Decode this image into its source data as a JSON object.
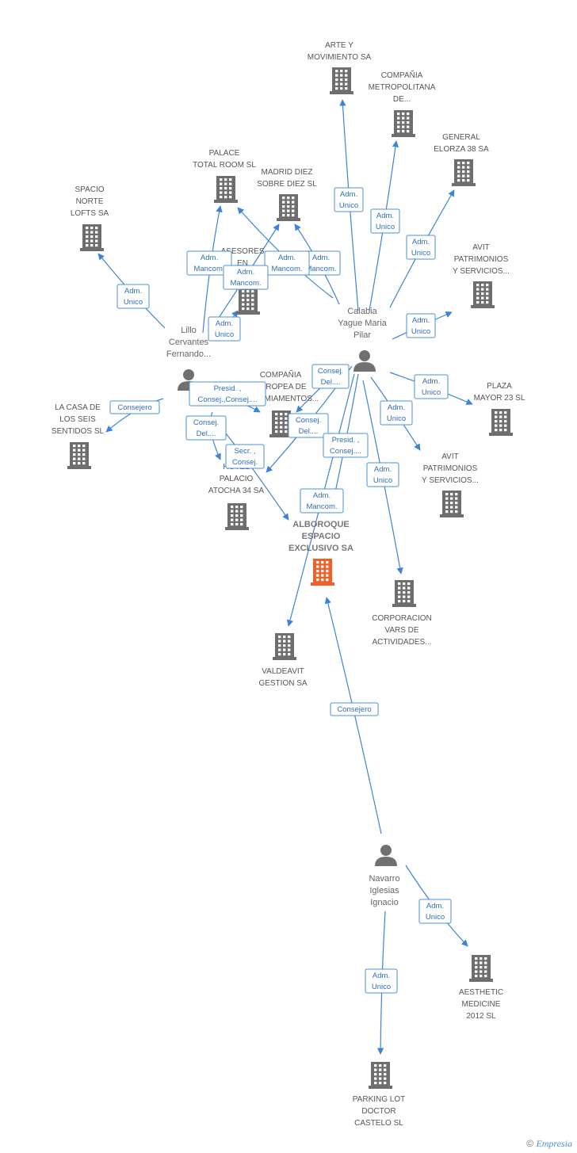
{
  "colors": {
    "edge": "#3d83d6",
    "building": "#6e6e6e",
    "building_main": "#f0612a",
    "person": "#707070",
    "label_text": "#555555",
    "edge_label": "#2f6db8"
  },
  "nodes": [
    {
      "id": "arte",
      "type": "company",
      "lines": [
        "ARTE Y",
        "MOVIMIENTO SA"
      ],
      "icon": "building-icon"
    },
    {
      "id": "metro",
      "type": "company",
      "lines": [
        "COMPAÑIA",
        "METROPOLITANA",
        "DE..."
      ],
      "icon": "building-icon"
    },
    {
      "id": "elorza",
      "type": "company",
      "lines": [
        "GENERAL",
        "ELORZA 38 SA"
      ],
      "icon": "building-icon"
    },
    {
      "id": "palace",
      "type": "company",
      "lines": [
        "PALACE",
        "TOTAL ROOM SL"
      ],
      "icon": "building-icon"
    },
    {
      "id": "madrid",
      "type": "company",
      "lines": [
        "MADRID DIEZ",
        "SOBRE DIEZ SL"
      ],
      "icon": "building-icon"
    },
    {
      "id": "spacio",
      "type": "company",
      "lines": [
        "SPACIO",
        "NORTE",
        "LOFTS SA"
      ],
      "icon": "building-icon"
    },
    {
      "id": "avit1",
      "type": "company",
      "lines": [
        "AVIT",
        "PATRIMONIOS",
        "Y SERVICIOS..."
      ],
      "icon": "building-icon"
    },
    {
      "id": "asesores",
      "type": "company",
      "lines": [
        "ASESORES",
        "EN",
        "..."
      ],
      "icon": "building-icon"
    },
    {
      "id": "calabia",
      "type": "person",
      "lines": [
        "Calabia",
        "Yague Maria",
        "Pilar"
      ],
      "icon": "person-icon"
    },
    {
      "id": "lillo",
      "type": "person",
      "lines": [
        "Lillo",
        "Cervantes",
        "Fernando..."
      ],
      "icon": "person-icon"
    },
    {
      "id": "casa",
      "type": "company",
      "lines": [
        "LA CASA DE",
        "LOS SEIS",
        "SENTIDOS SL"
      ],
      "icon": "building-icon"
    },
    {
      "id": "europea",
      "type": "company",
      "lines": [
        "COMPAÑIA",
        "EUROPEA DE",
        "ANDAMIAMENTOS..."
      ],
      "icon": "building-icon"
    },
    {
      "id": "plaza",
      "type": "company",
      "lines": [
        "PLAZA",
        "MAYOR 23 SL"
      ],
      "icon": "building-icon"
    },
    {
      "id": "avit2",
      "type": "company",
      "lines": [
        "AVIT",
        "PATRIMONIOS",
        "Y SERVICIOS..."
      ],
      "icon": "building-icon"
    },
    {
      "id": "atocha",
      "type": "company",
      "lines": [
        "HOTEL",
        "PALACIO",
        "ATOCHA 34 SA"
      ],
      "icon": "building-icon"
    },
    {
      "id": "alboroque",
      "type": "main",
      "lines": [
        "ALBOROQUE",
        "ESPACIO",
        "EXCLUSIVO SA"
      ],
      "icon": "building-icon"
    },
    {
      "id": "corporacion",
      "type": "company",
      "lines": [
        "CORPORACION",
        "VARS DE",
        "ACTIVIDADES..."
      ],
      "icon": "building-icon"
    },
    {
      "id": "valdeavit",
      "type": "company",
      "lines": [
        "VALDEAVIT",
        "GESTION SA"
      ],
      "icon": "building-icon"
    },
    {
      "id": "navarro",
      "type": "person",
      "lines": [
        "Navarro",
        "Iglesias",
        "Ignacio"
      ],
      "icon": "person-icon"
    },
    {
      "id": "aesthetic",
      "type": "company",
      "lines": [
        "AESTHETIC",
        "MEDICINE",
        "2012 SL"
      ],
      "icon": "building-icon"
    },
    {
      "id": "parking",
      "type": "company",
      "lines": [
        "PARKING LOT",
        "DOCTOR",
        "CASTELO SL"
      ],
      "icon": "building-icon"
    }
  ],
  "edges": [
    {
      "from": "calabia",
      "to": "arte",
      "lines": [
        "Adm.",
        "Unico"
      ]
    },
    {
      "from": "calabia",
      "to": "metro",
      "lines": [
        "Adm.",
        "Unico"
      ]
    },
    {
      "from": "calabia",
      "to": "elorza",
      "lines": [
        "Adm.",
        "Unico"
      ]
    },
    {
      "from": "calabia",
      "to": "avit1",
      "lines": [
        "Adm.",
        "Unico"
      ]
    },
    {
      "from": "calabia",
      "to": "madrid",
      "lines": [
        "Adm.",
        "Mancom."
      ]
    },
    {
      "from": "calabia",
      "to": "palace",
      "lines": [
        "Adm.",
        "Mancom."
      ]
    },
    {
      "from": "lillo",
      "to": "palace",
      "lines": [
        "Adm.",
        "Mancom."
      ]
    },
    {
      "from": "lillo",
      "to": "madrid",
      "lines": [
        "Adm.",
        "Mancom."
      ]
    },
    {
      "from": "lillo",
      "to": "asesores",
      "lines": [
        "Adm.",
        "Unico"
      ]
    },
    {
      "from": "lillo",
      "to": "spacio",
      "lines": [
        "Adm.",
        "Unico"
      ]
    },
    {
      "from": "lillo",
      "to": "casa",
      "lines": [
        "Consejero"
      ]
    },
    {
      "from": "lillo",
      "to": "europea",
      "lines": [
        "Presid. ,",
        "Consej.,Consej...."
      ]
    },
    {
      "from": "lillo",
      "to": "atocha",
      "lines": [
        "Consej.",
        "Del...."
      ]
    },
    {
      "from": "lillo",
      "to": "alboroque",
      "lines": [
        "Secr. ,",
        "Consej."
      ]
    },
    {
      "from": "calabia",
      "to": "europea",
      "lines": [
        "Consej.",
        "Del...."
      ]
    },
    {
      "from": "calabia",
      "to": "atocha",
      "lines": [
        "Consej.",
        "Del...."
      ]
    },
    {
      "from": "calabia",
      "to": "alboroque",
      "lines": [
        "Presid. ,",
        "Consej...."
      ]
    },
    {
      "from": "calabia",
      "to": "valdeavit",
      "lines": [
        "Adm.",
        "Mancom."
      ]
    },
    {
      "from": "calabia",
      "to": "plaza",
      "lines": [
        "Adm.",
        "Unico"
      ]
    },
    {
      "from": "calabia",
      "to": "avit2",
      "lines": [
        "Adm.",
        "Unico"
      ]
    },
    {
      "from": "calabia",
      "to": "corporacion",
      "lines": [
        "Adm.",
        "Unico"
      ]
    },
    {
      "from": "navarro",
      "to": "alboroque",
      "lines": [
        "Consejero"
      ]
    },
    {
      "from": "navarro",
      "to": "aesthetic",
      "lines": [
        "Adm.",
        "Unico"
      ]
    },
    {
      "from": "navarro",
      "to": "parking",
      "lines": [
        "Adm.",
        "Unico"
      ]
    }
  ],
  "footer": {
    "copyright": "©",
    "brand": "Empresia"
  }
}
